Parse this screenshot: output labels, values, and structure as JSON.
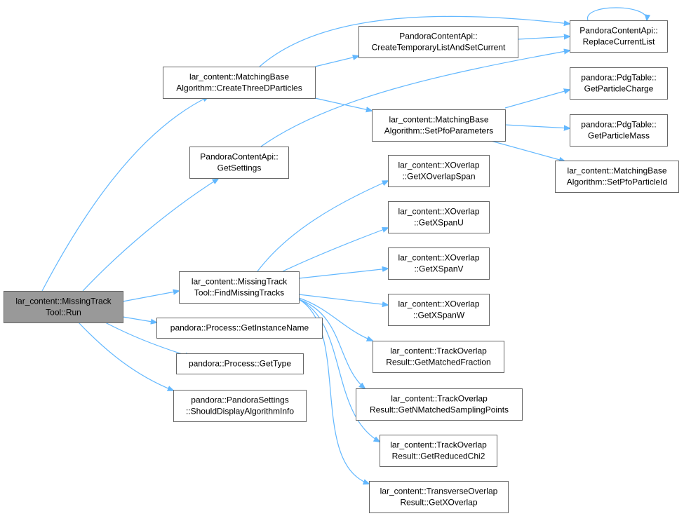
{
  "colors": {
    "edge": "#63b8ff",
    "node_border": "#666666",
    "root_fill": "#999999",
    "node_fill": "#ffffff"
  },
  "nodes": [
    {
      "id": "run",
      "lines": [
        "lar_content::MissingTrack",
        "Tool::Run"
      ],
      "root": true
    },
    {
      "id": "createThreeD",
      "lines": [
        "lar_content::MatchingBase",
        "Algorithm::CreateThreeDParticles"
      ]
    },
    {
      "id": "getSettings",
      "lines": [
        "PandoraContentApi::",
        "GetSettings"
      ]
    },
    {
      "id": "findMissing",
      "lines": [
        "lar_content::MissingTrack",
        "Tool::FindMissingTracks"
      ]
    },
    {
      "id": "getInstanceName",
      "lines": [
        "pandora::Process::GetInstanceName"
      ]
    },
    {
      "id": "getType",
      "lines": [
        "pandora::Process::GetType"
      ]
    },
    {
      "id": "shouldDisplay",
      "lines": [
        "pandora::PandoraSettings",
        "::ShouldDisplayAlgorithmInfo"
      ]
    },
    {
      "id": "createTemp",
      "lines": [
        "PandoraContentApi::",
        "CreateTemporaryListAndSetCurrent"
      ]
    },
    {
      "id": "setPfoParams",
      "lines": [
        "lar_content::MatchingBase",
        "Algorithm::SetPfoParameters"
      ]
    },
    {
      "id": "replaceCurrent",
      "lines": [
        "PandoraContentApi::",
        "ReplaceCurrentList"
      ]
    },
    {
      "id": "getCharge",
      "lines": [
        "pandora::PdgTable::",
        "GetParticleCharge"
      ]
    },
    {
      "id": "getMass",
      "lines": [
        "pandora::PdgTable::",
        "GetParticleMass"
      ]
    },
    {
      "id": "setPfoId",
      "lines": [
        "lar_content::MatchingBase",
        "Algorithm::SetPfoParticleId"
      ]
    },
    {
      "id": "xOverlapSpan",
      "lines": [
        "lar_content::XOverlap",
        "::GetXOverlapSpan"
      ]
    },
    {
      "id": "xSpanU",
      "lines": [
        "lar_content::XOverlap",
        "::GetXSpanU"
      ]
    },
    {
      "id": "xSpanV",
      "lines": [
        "lar_content::XOverlap",
        "::GetXSpanV"
      ]
    },
    {
      "id": "xSpanW",
      "lines": [
        "lar_content::XOverlap",
        "::GetXSpanW"
      ]
    },
    {
      "id": "matchedFraction",
      "lines": [
        "lar_content::TrackOverlap",
        "Result::GetMatchedFraction"
      ]
    },
    {
      "id": "nMatched",
      "lines": [
        "lar_content::TrackOverlap",
        "Result::GetNMatchedSamplingPoints"
      ]
    },
    {
      "id": "reducedChi2",
      "lines": [
        "lar_content::TrackOverlap",
        "Result::GetReducedChi2"
      ]
    },
    {
      "id": "getXOverlap",
      "lines": [
        "lar_content::TransverseOverlap",
        "Result::GetXOverlap"
      ]
    }
  ],
  "edges": [
    [
      "run",
      "createThreeD"
    ],
    [
      "run",
      "getSettings"
    ],
    [
      "run",
      "findMissing"
    ],
    [
      "run",
      "getInstanceName"
    ],
    [
      "run",
      "getType"
    ],
    [
      "run",
      "shouldDisplay"
    ],
    [
      "createThreeD",
      "createTemp"
    ],
    [
      "createThreeD",
      "replaceCurrent"
    ],
    [
      "createThreeD",
      "setPfoParams"
    ],
    [
      "createTemp",
      "replaceCurrent"
    ],
    [
      "getSettings",
      "replaceCurrent"
    ],
    [
      "replaceCurrent",
      "replaceCurrent"
    ],
    [
      "setPfoParams",
      "getCharge"
    ],
    [
      "setPfoParams",
      "getMass"
    ],
    [
      "setPfoParams",
      "setPfoId"
    ],
    [
      "findMissing",
      "xOverlapSpan"
    ],
    [
      "findMissing",
      "xSpanU"
    ],
    [
      "findMissing",
      "xSpanV"
    ],
    [
      "findMissing",
      "xSpanW"
    ],
    [
      "findMissing",
      "matchedFraction"
    ],
    [
      "findMissing",
      "nMatched"
    ],
    [
      "findMissing",
      "reducedChi2"
    ],
    [
      "findMissing",
      "getXOverlap"
    ]
  ]
}
